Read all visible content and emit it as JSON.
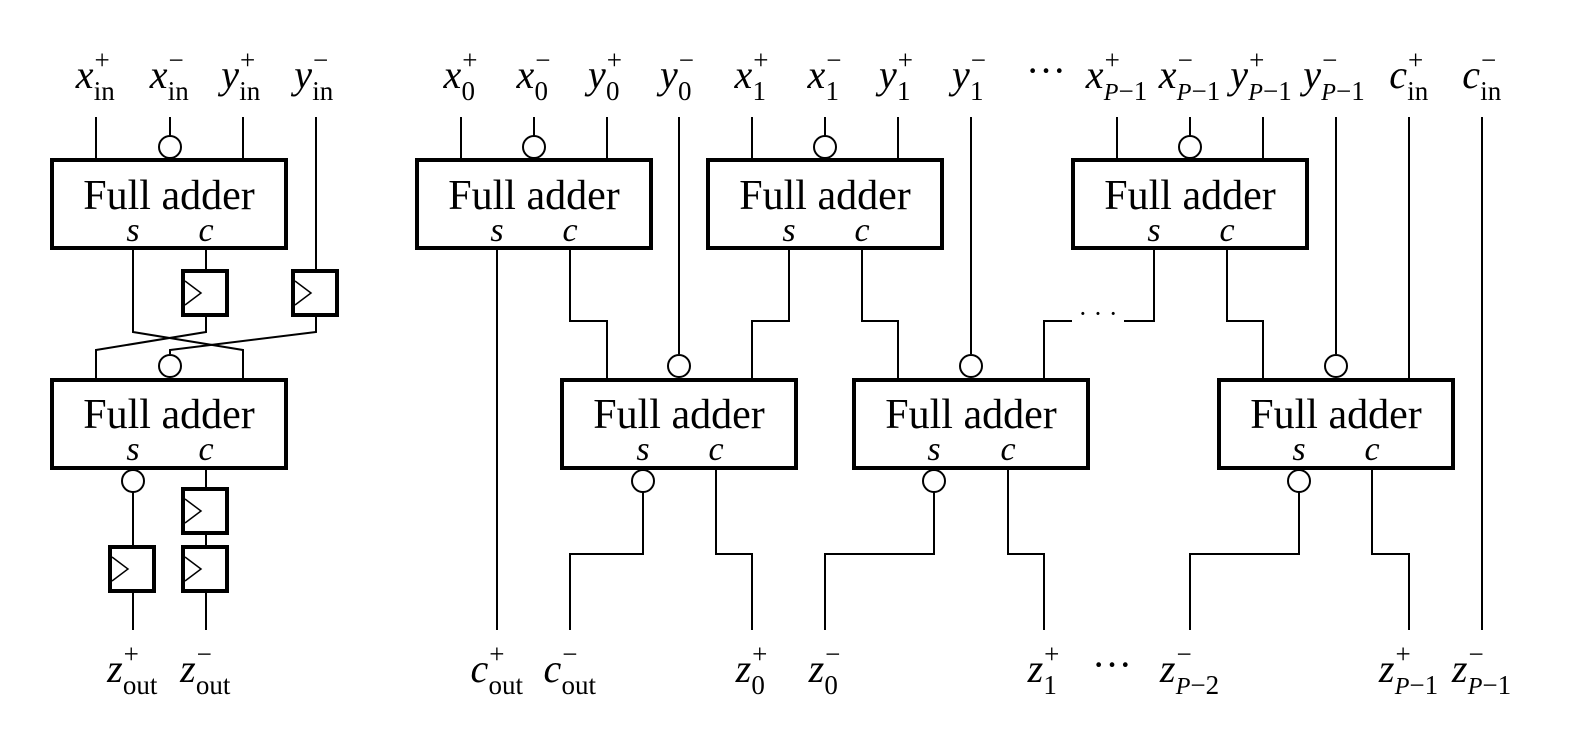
{
  "adder": {
    "title": "Full adder",
    "s": "s",
    "c": "c"
  },
  "labels": {
    "xin_p": {
      "base": "x",
      "sub": "in",
      "sup": "+"
    },
    "xin_m": {
      "base": "x",
      "sub": "in",
      "sup": "−"
    },
    "yin_p": {
      "base": "y",
      "sub": "in",
      "sup": "+"
    },
    "yin_m": {
      "base": "y",
      "sub": "in",
      "sup": "−"
    },
    "zout_p": {
      "base": "z",
      "sub": "out",
      "sup": "+"
    },
    "zout_m": {
      "base": "z",
      "sub": "out",
      "sup": "−"
    },
    "x0_p": {
      "base": "x",
      "sub": "0",
      "sup": "+"
    },
    "x0_m": {
      "base": "x",
      "sub": "0",
      "sup": "−"
    },
    "y0_p": {
      "base": "y",
      "sub": "0",
      "sup": "+"
    },
    "y0_m": {
      "base": "y",
      "sub": "0",
      "sup": "−"
    },
    "x1_p": {
      "base": "x",
      "sub": "1",
      "sup": "+"
    },
    "x1_m": {
      "base": "x",
      "sub": "1",
      "sup": "−"
    },
    "y1_p": {
      "base": "y",
      "sub": "1",
      "sup": "+"
    },
    "y1_m": {
      "base": "y",
      "sub": "1",
      "sup": "−"
    },
    "top_dots": "···",
    "xP_p": {
      "base": "x",
      "subVar": "P",
      "subTail": "−1",
      "sup": "+"
    },
    "xP_m": {
      "base": "x",
      "subVar": "P",
      "subTail": "−1",
      "sup": "−"
    },
    "yP_p": {
      "base": "y",
      "subVar": "P",
      "subTail": "−1",
      "sup": "+"
    },
    "yP_m": {
      "base": "y",
      "subVar": "P",
      "subTail": "−1",
      "sup": "−"
    },
    "cin_p": {
      "base": "c",
      "sub": "in",
      "sup": "+"
    },
    "cin_m": {
      "base": "c",
      "sub": "in",
      "sup": "−"
    },
    "cout_p": {
      "base": "c",
      "sub": "out",
      "sup": "+"
    },
    "cout_m": {
      "base": "c",
      "sub": "out",
      "sup": "−"
    },
    "z0_p": {
      "base": "z",
      "sub": "0",
      "sup": "+"
    },
    "z0_m": {
      "base": "z",
      "sub": "0",
      "sup": "−"
    },
    "z1_p": {
      "base": "z",
      "sub": "1",
      "sup": "+"
    },
    "bottom_dots": "···",
    "zP2_m": {
      "base": "z",
      "subVar": "P",
      "subTail": "−2",
      "sup": "−"
    },
    "zP1_p": {
      "base": "z",
      "subVar": "P",
      "subTail": "−1",
      "sup": "+"
    },
    "zP1_m": {
      "base": "z",
      "subVar": "P",
      "subTail": "−1",
      "sup": "−"
    },
    "mid_dots": "· · ·"
  }
}
